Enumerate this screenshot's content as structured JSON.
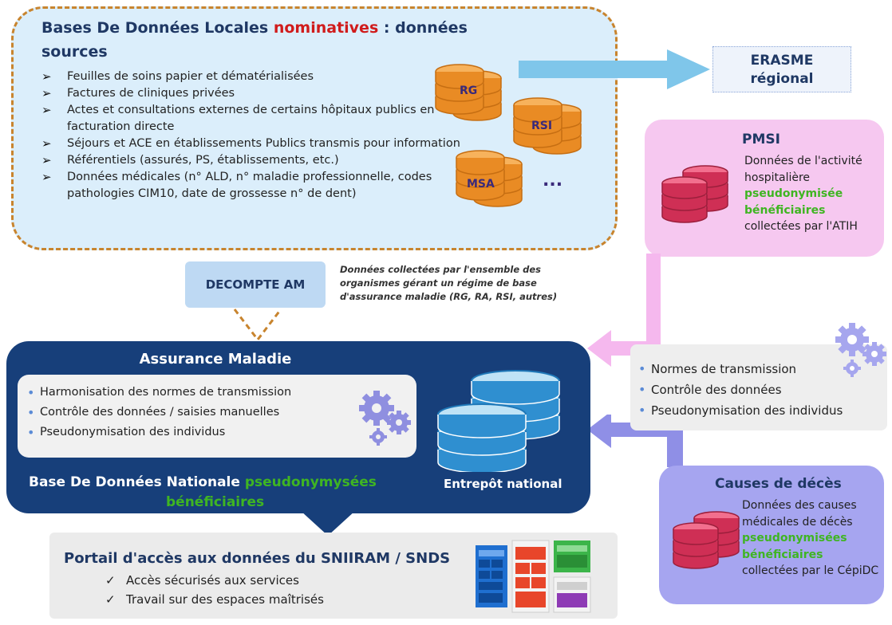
{
  "local": {
    "title_a": "Bases De Données Locales ",
    "title_b": "nominatives",
    "title_c": " : données sources",
    "items": [
      "Feuilles de soins papier et dématérialisées",
      "Factures de cliniques privées",
      "Actes et consultations externes de certains hôpitaux publics en facturation directe",
      "Séjours et ACE en établissements Publics transmis pour information",
      "Référentiels (assurés, PS, établissements, etc.)",
      "Données médicales (n° ALD, n° maladie professionnelle, codes pathologies CIM10, date de grossesse n° de dent)"
    ],
    "db_labels": [
      "RG",
      "RSI",
      "MSA"
    ],
    "ellipsis": "..."
  },
  "erasme": {
    "line1": "ERASME",
    "line2": "régional"
  },
  "pmsi": {
    "title": "PMSI",
    "text1": "Données de l'activité hospitalière ",
    "green": "pseudonymisée bénéficiaires",
    "text2": " collectées par l'ATIH"
  },
  "decompte": {
    "label": "DECOMPTE AM",
    "note": "Données collectées par l'ensemble des organismes gérant un régime de base d'assurance maladie (RG, RA, RSI, autres)"
  },
  "assurance": {
    "title": "Assurance Maladie",
    "items": [
      "Harmonisation des normes de transmission",
      "Contrôle des données  / saisies manuelles",
      "Pseudonymisation des individus"
    ],
    "national_a": "Base De Données Nationale ",
    "national_green1": "pseudonymysées",
    "national_green2": "bénéficiaires",
    "entrepot": "Entrepôt national"
  },
  "right": {
    "items": [
      "Normes de transmission",
      "Contrôle des données",
      "Pseudonymisation des individus"
    ]
  },
  "causes": {
    "title": "Causes de décès",
    "text1": "Données des causes médicales de décès ",
    "green": "pseudonymisées bénéficiaires",
    "text2": " collectées par le CépiDC"
  },
  "portail": {
    "title": "Portail d'accès aux données du SNIIRAM / SNDS",
    "items": [
      "Accès sécurisés aux services",
      "Travail sur des espaces maîtrisés"
    ]
  },
  "colors": {
    "local_bg": "#dbeefb",
    "local_border": "#c8842e",
    "navy": "#173f7a",
    "pmsi_bg": "#f6c8f0",
    "causes_bg": "#a6a5f0",
    "green_text": "#3fb522",
    "red_text": "#d01b1b"
  }
}
